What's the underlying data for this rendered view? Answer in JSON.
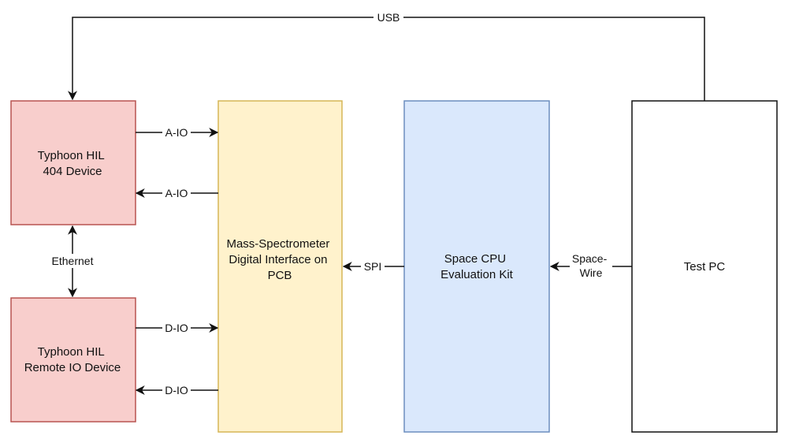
{
  "nodes": {
    "typhoon_404": {
      "lines": [
        "Typhoon HIL",
        "404 Device"
      ],
      "fill": "#f8cecc",
      "stroke": "#b85450"
    },
    "typhoon_remote": {
      "lines": [
        "Typhoon HIL",
        "Remote IO Device"
      ],
      "fill": "#f8cecc",
      "stroke": "#b85450"
    },
    "mass_spec": {
      "lines": [
        "Mass-Spectrometer",
        "Digital Interface on",
        "PCB"
      ],
      "fill": "#fff2cc",
      "stroke": "#d6b656"
    },
    "space_cpu": {
      "lines": [
        "Space CPU",
        "Evaluation Kit"
      ],
      "fill": "#dae8fc",
      "stroke": "#6c8ebf"
    },
    "test_pc": {
      "lines": [
        "Test PC"
      ],
      "fill": "#ffffff",
      "stroke": "#111111"
    }
  },
  "edges": {
    "usb": "USB",
    "aio_out": "A-IO",
    "aio_in": "A-IO",
    "dio_out": "D-IO",
    "dio_in": "D-IO",
    "ethernet": "Ethernet",
    "spi": "SPI",
    "spacewire": [
      "Space-",
      "Wire"
    ]
  }
}
